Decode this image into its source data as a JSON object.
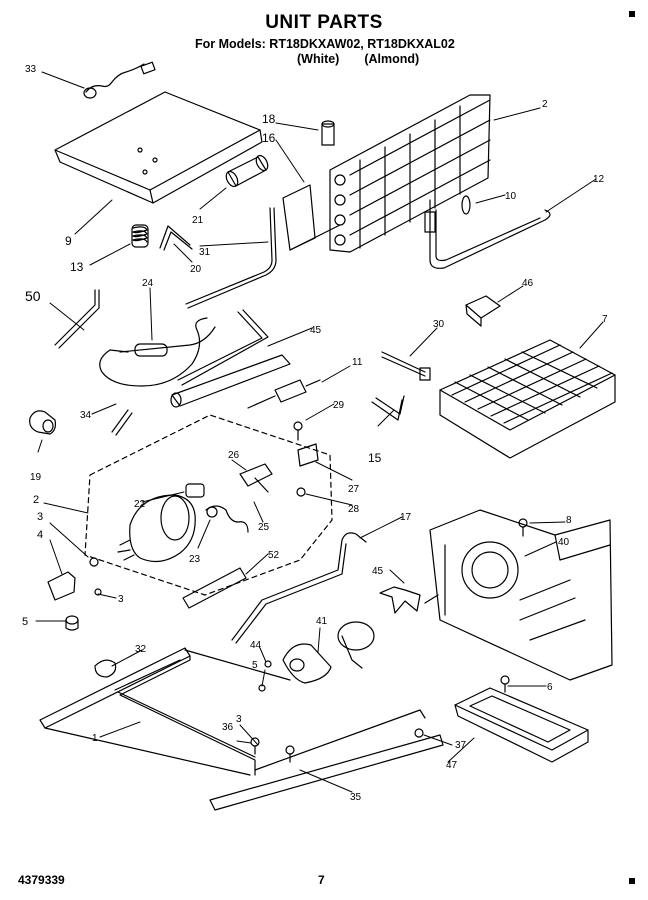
{
  "header": {
    "title": "UNIT PARTS",
    "models_line": "For Models: RT18DKXAW02, RT18DKXAL02",
    "variant_white": "(White)",
    "variant_almond": "(Almond)"
  },
  "footer": {
    "doc_number": "4379339",
    "page_number": "7"
  },
  "callouts": {
    "c33": "33",
    "c18": "18",
    "c16": "16",
    "c2a": "2",
    "c12": "12",
    "c10": "10",
    "c21": "21",
    "c9": "9",
    "c13": "13",
    "c20": "20",
    "c31": "31",
    "c24": "24",
    "c50": "50",
    "c45": "45",
    "c46": "46",
    "c30": "30",
    "c7": "7",
    "c11": "11",
    "c34": "34",
    "c29": "29",
    "c15": "15",
    "c19": "19",
    "c26": "26",
    "c22": "22",
    "c27": "27",
    "c2b": "2",
    "c3a": "3",
    "c28": "28",
    "c4a": "4",
    "c25": "25",
    "c17": "17",
    "c23": "23",
    "c8": "8",
    "c40": "40",
    "c52": "52",
    "c3b": "3",
    "c45b": "45",
    "c5a": "5",
    "c41": "41",
    "c32": "32",
    "c44": "44",
    "c5b": "5",
    "c6": "6",
    "c1": "1",
    "c36": "36",
    "c3c": "3",
    "c37": "37",
    "c47": "47",
    "c35": "35"
  }
}
